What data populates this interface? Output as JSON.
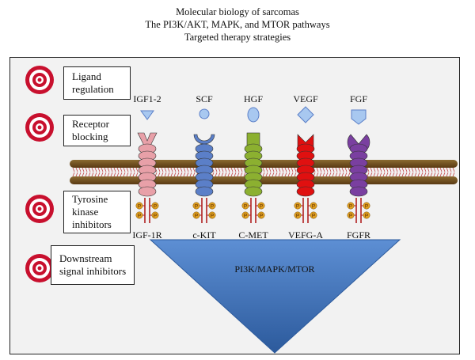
{
  "title": {
    "line1": "Molecular biology of sarcomas",
    "line2": "The PI3K/AKT, MAPK, and MTOR pathways",
    "line3": "Targeted therapy strategies"
  },
  "strategies": [
    {
      "line1": "Ligand",
      "line2": "regulation"
    },
    {
      "line1": "Receptor",
      "line2": "blocking"
    },
    {
      "line1": "Tyrosine",
      "line2": "kinase",
      "line3": "inhibitors"
    },
    {
      "line1": "Downstream",
      "line2": "signal inhibitors"
    }
  ],
  "ligands": [
    "IGF1-2",
    "SCF",
    "HGF",
    "VEGF",
    "FGF"
  ],
  "receptors": [
    "IGF-1R",
    "c-KIT",
    "C-MET",
    "VEFG-A",
    "FGFR"
  ],
  "pathway": "PI3K/MAPK/MTOR",
  "phospho_symbol": "P",
  "colors": {
    "target_red": "#c8102e",
    "igf": "#e8a0a8",
    "kit": "#5b7fc8",
    "met": "#8cb030",
    "vegf": "#e01010",
    "fgfr": "#7a3fa0",
    "triangle": "#3d6fb4",
    "membrane": "#6b4a1e",
    "phospho": "#e0a020"
  }
}
